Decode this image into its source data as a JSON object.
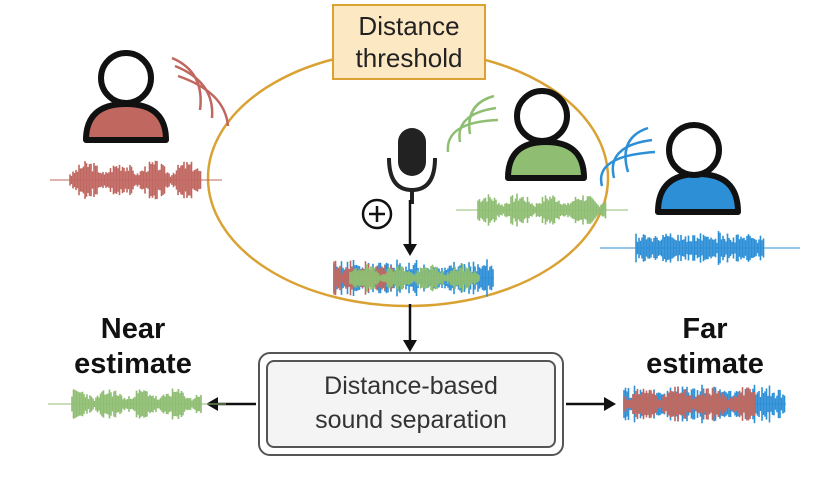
{
  "threshold": {
    "line1": "Distance",
    "line2": "threshold"
  },
  "separation": {
    "line1": "Distance-based",
    "line2": "sound separation"
  },
  "near": {
    "line1": "Near",
    "line2": "estimate"
  },
  "far": {
    "line1": "Far",
    "line2": "estimate"
  },
  "colors": {
    "ring": "#d9a233",
    "near_speaker": "#c0675f",
    "mid_speaker": "#8fbe73",
    "far_speaker": "#2d8fd6",
    "microphone": "#222222"
  },
  "icons": [
    "person-icon",
    "microphone-icon",
    "plus-circle-icon",
    "sound-wave-icon",
    "arrow-icon"
  ]
}
